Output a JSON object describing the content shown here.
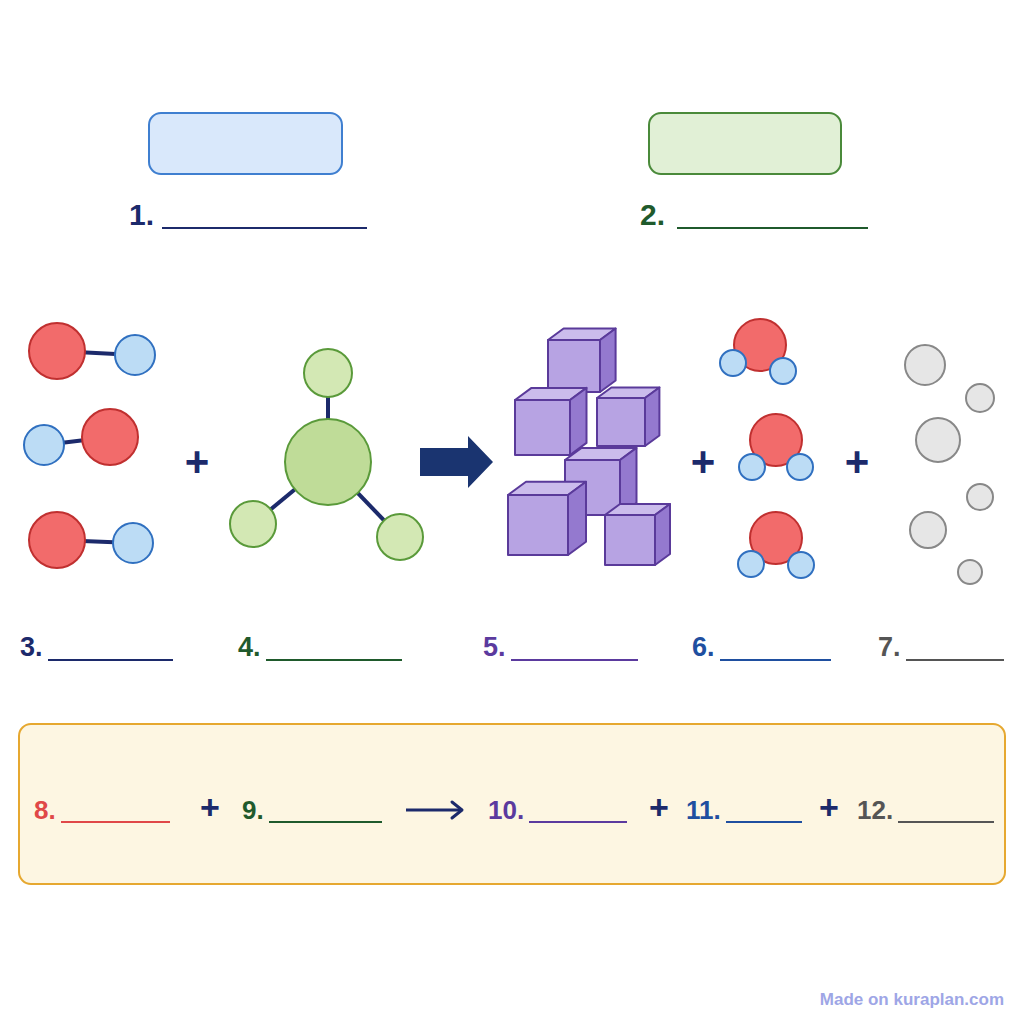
{
  "diagram": {
    "nodes": [
      {
        "text": [
          "1."
        ]
      },
      {
        "text": [
          "2."
        ]
      },
      {
        "text": [
          "8.",
          "+",
          "9.",
          "10.",
          "+",
          "11.",
          "+",
          "12."
        ]
      }
    ],
    "labels": [
      "+",
      "+",
      "+",
      "3.",
      "4.",
      "5.",
      "6.",
      "7.",
      "Made on kuraplan.com"
    ]
  }
}
